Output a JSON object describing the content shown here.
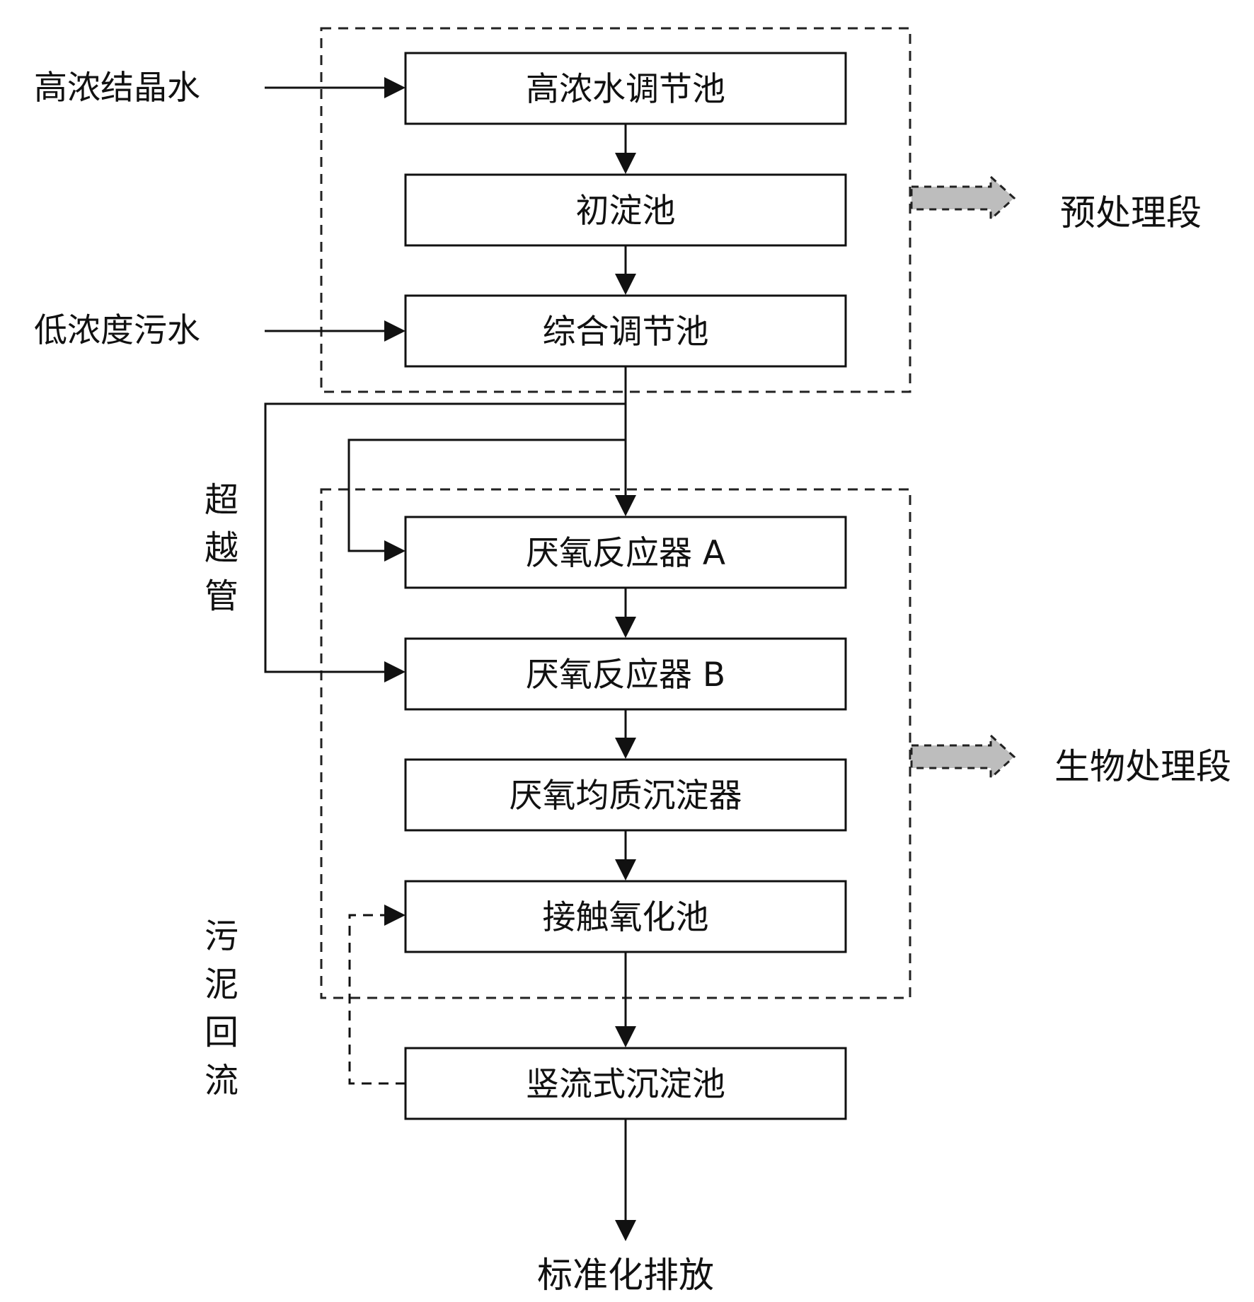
{
  "boxes": {
    "high_conc_tank": "高浓水调节池",
    "primary_settling": "初淀池",
    "combined_tank": "综合调节池",
    "reactor_a": "厌氧反应器 A",
    "reactor_b": "厌氧反应器 B",
    "homogen_settler": "厌氧均质沉淀器",
    "contact_oxidation": "接触氧化池",
    "vertical_settling": "竖流式沉淀池"
  },
  "inputs": {
    "high_conc_water": "高浓结晶水",
    "low_conc_water": "低浓度污水"
  },
  "stages": {
    "pretreatment": "预处理段",
    "biological": "生物处理段"
  },
  "annotations": {
    "bypass_pipe": [
      "超",
      "越",
      "管"
    ],
    "sludge_return": [
      "污",
      "泥",
      "回",
      "流"
    ]
  },
  "output": {
    "discharge": "标准化排放"
  },
  "colors": {
    "line": "#111111",
    "stage_arrow_fill": "#bdbdbd"
  }
}
